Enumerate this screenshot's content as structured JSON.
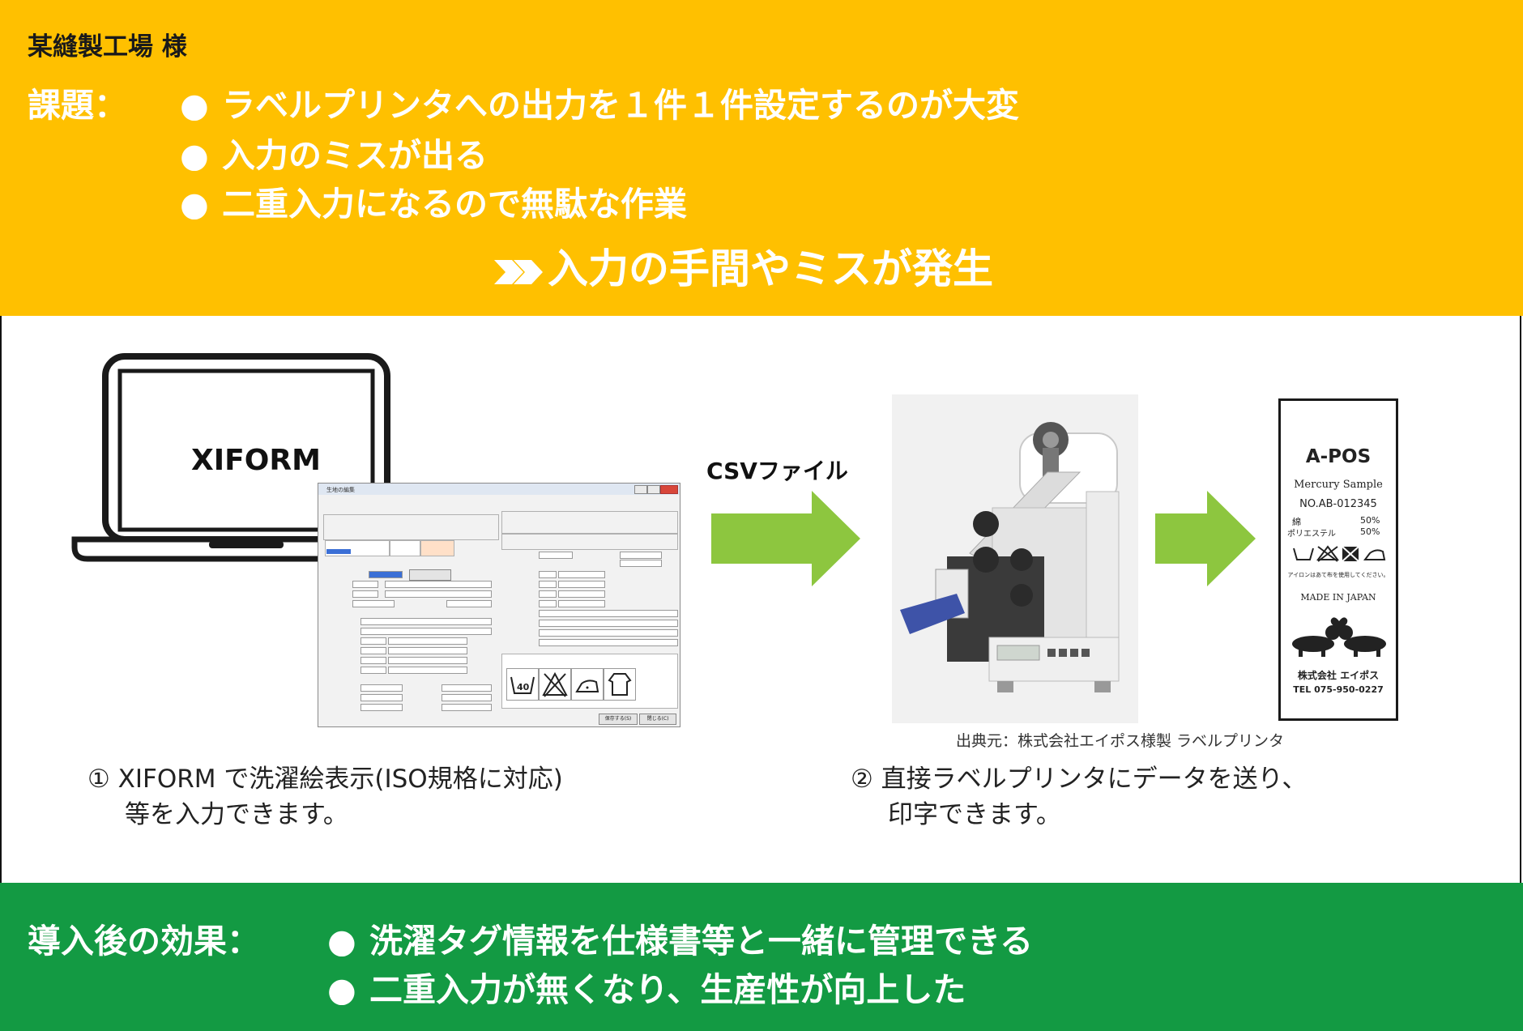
{
  "header": {
    "client": "某縫製工場 様",
    "issue_label": "課題：",
    "issues": [
      "ラベルプリンタへの出力を１件１件設定するのが大変",
      "入力のミスが出る",
      "二重入力になるので無駄な作業"
    ],
    "result": "入力の手間やミスが発生"
  },
  "workflow": {
    "laptop_title": "XIFORM",
    "arrow_label": "CSVファイル",
    "source_caption": "出典元：株式会社エイポス様製 ラベルプリンタ",
    "step1": [
      "① XIFORM で洗濯絵表示(ISO規格に対応)",
      "等を入力できます。"
    ],
    "step2": [
      "② 直接ラベルプリンタにデータを送り、",
      "印字できます。"
    ],
    "app_window": {
      "title": "生地の編集",
      "save_label": "保存する(S)",
      "close_label": "閉じる(C)"
    }
  },
  "tag": {
    "brand": "A-POS",
    "sample": "Mercury Sample",
    "number": "NO.AB-012345",
    "fiber1": "綿",
    "fiber1_pct": "50%",
    "fiber2": "ポリエステル",
    "fiber2_pct": "50%",
    "iron_note": "アイロンはあて布を使用してください。",
    "origin": "MADE IN JAPAN",
    "company": "株式会社 エイポス",
    "tel": "TEL 075-950-0227"
  },
  "footer": {
    "effect_label": "導入後の効果：",
    "effects": [
      "洗濯タグ情報を仕様書等と一緒に管理できる",
      "二重入力が無くなり、生産性が向上した"
    ]
  },
  "colors": {
    "header_bg": "#FFC000",
    "footer_bg": "#139A43",
    "arrow_green": "#8DC63F"
  }
}
